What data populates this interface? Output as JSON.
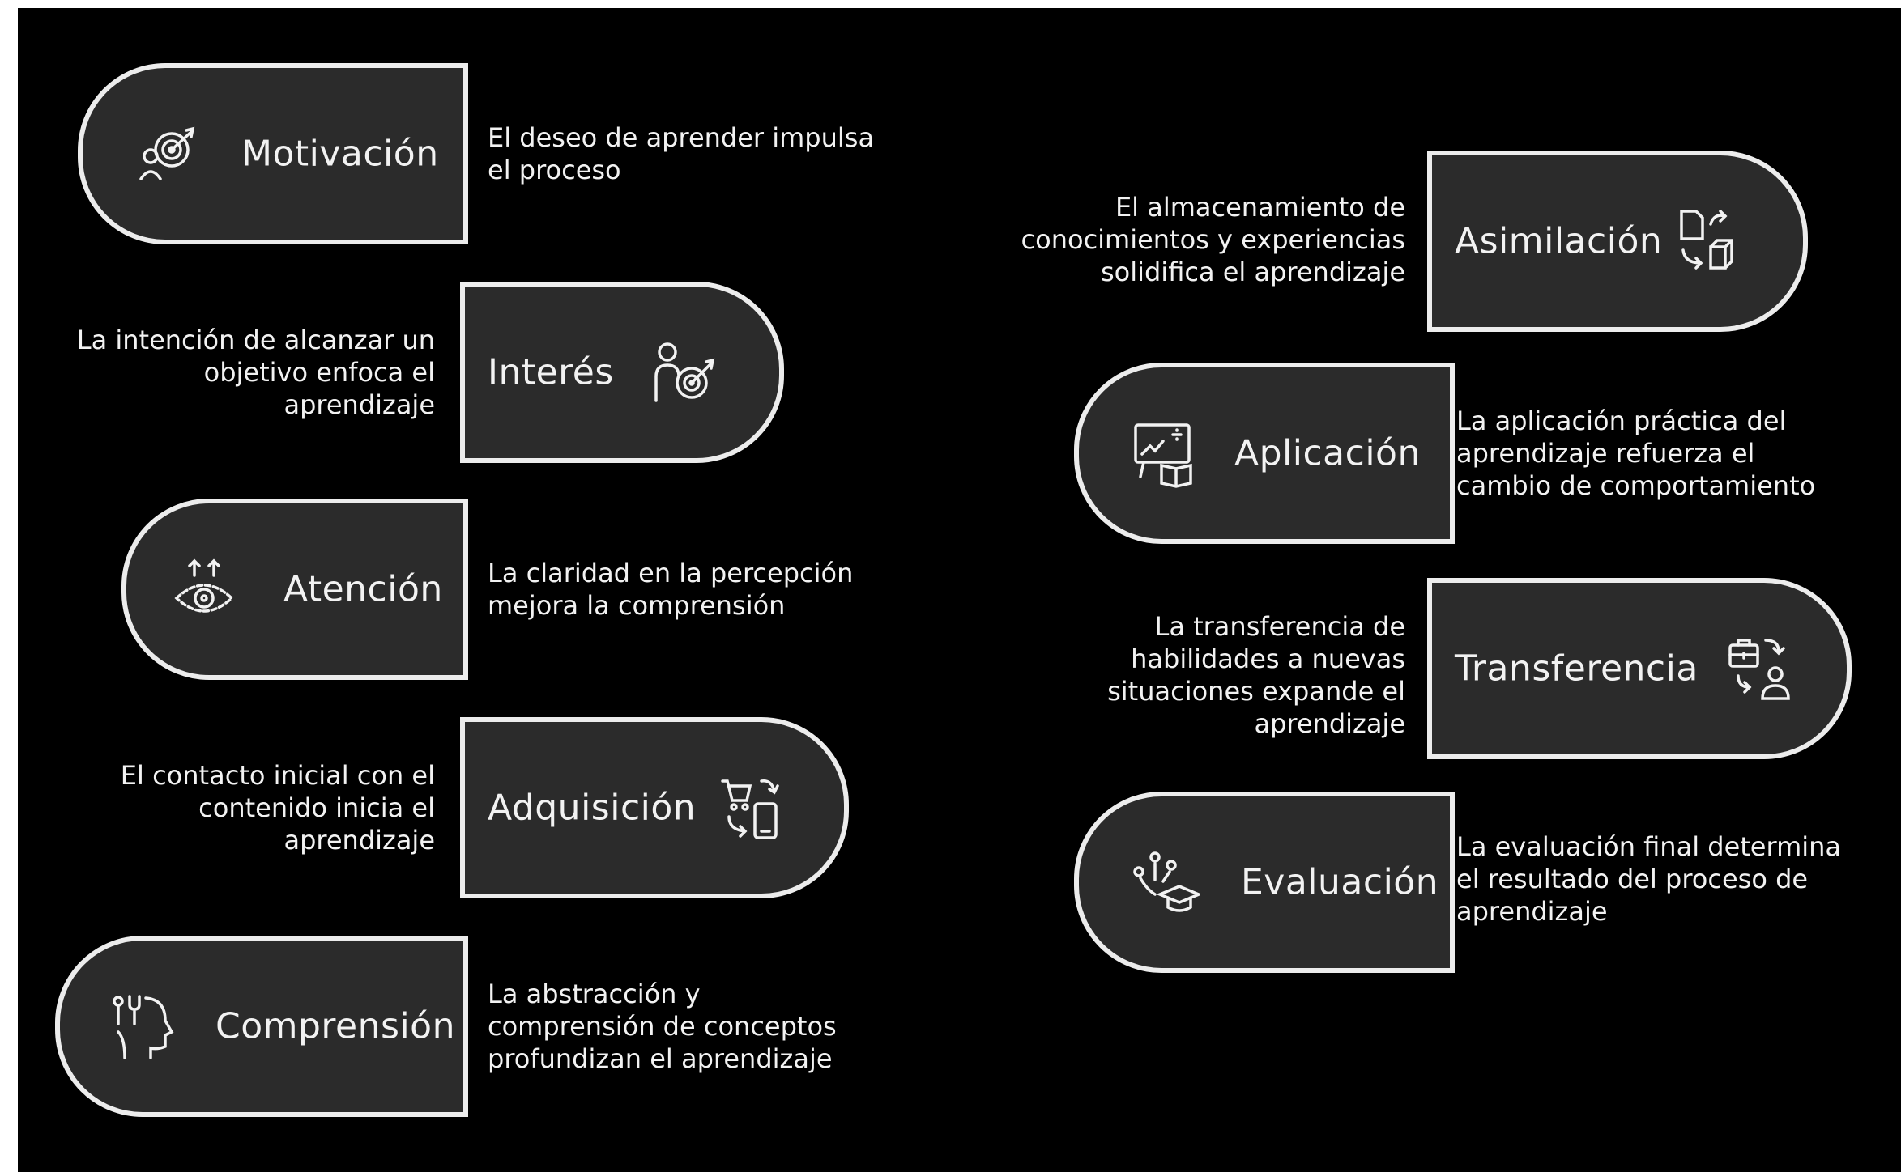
{
  "colors": {
    "background": "#000000",
    "pill_fill": "#2b2b2b",
    "pill_border": "#ececec",
    "text": "#f2f2f2"
  },
  "stages": [
    {
      "label": "Motivación",
      "icon": "target-person-icon",
      "description": "El deseo de aprender impulsa\nel proceso"
    },
    {
      "label": "Interés",
      "icon": "person-target-icon",
      "description": "La intención de alcanzar un\nobjetivo enfoca el\naprendizaje"
    },
    {
      "label": "Atención",
      "icon": "eye-arrows-icon",
      "description": "La claridad en la percepción\nmejora la comprensión"
    },
    {
      "label": "Adquisición",
      "icon": "cart-phone-exchange-icon",
      "description": "El contacto inicial con el\ncontenido inicia el\naprendizaje"
    },
    {
      "label": "Comprensión",
      "icon": "head-tools-icon",
      "description": "La abstracción y\ncomprensión de conceptos\nprofundizan el aprendizaje"
    },
    {
      "label": "Asimilación",
      "icon": "document-box-exchange-icon",
      "description": "El almacenamiento de\nconocimientos y experiencias\nsolidifica el aprendizaje"
    },
    {
      "label": "Aplicación",
      "icon": "board-book-icon",
      "description": "La aplicación práctica del\naprendizaje refuerza el\ncambio de comportamiento"
    },
    {
      "label": "Transferencia",
      "icon": "briefcase-person-exchange-icon",
      "description": "La transferencia de\nhabilidades a nuevas\nsituaciones expande el\naprendizaje"
    },
    {
      "label": "Evaluación",
      "icon": "graduation-network-icon",
      "description": "La evaluación final determina\nel resultado del proceso de\naprendizaje"
    }
  ]
}
